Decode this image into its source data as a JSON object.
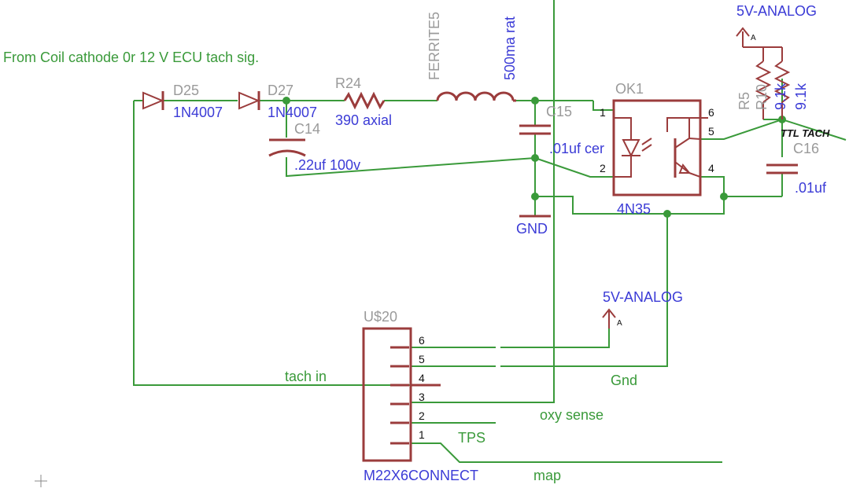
{
  "labels": {
    "source_note": "From Coil cathode 0r 12 V ECU tach sig.",
    "d25_name": "D25",
    "d25_value": "1N4007",
    "d27_name": "D27",
    "d27_value": "1N4007",
    "r24_name": "R24",
    "r24_value": "390 axial",
    "ferrite_name": "FERRITE5",
    "ferrite_value": "500ma rat",
    "c14_name": "C14",
    "c14_value": ".22uf 100v",
    "c15_name": "C15",
    "c15_value": ".01uf cer",
    "ok1_name": "OK1",
    "ok1_value": "4N35",
    "ok1_pins": [
      "1",
      "2",
      "4",
      "5",
      "6"
    ],
    "supply_top": "5V-ANALOG",
    "supply_mid": "5V-ANALOG",
    "supply_pin_letter": "A",
    "r5_name": "R5",
    "r_overlap": "R10",
    "r_value_a": "9.1k",
    "r_value_b": "9.1k",
    "ttl_tach": "TTL TACH",
    "c16_name": "C16",
    "c16_value": ".01uf",
    "gnd": "GND",
    "u20_name": "U$20",
    "u20_value": "M22X6CONNECT",
    "u20_pins": [
      "6",
      "5",
      "4",
      "3",
      "2",
      "1"
    ],
    "net_tach_in": "tach in",
    "net_gnd": "Gnd",
    "net_oxy": "oxy sense",
    "net_tps": "TPS",
    "net_map": "map"
  }
}
